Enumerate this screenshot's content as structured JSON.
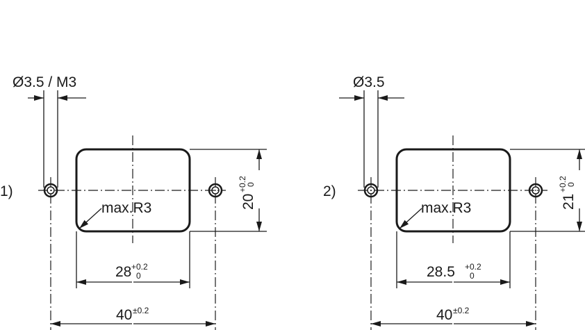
{
  "colors": {
    "ink": "#1a1a1a",
    "background": "#ffffff"
  },
  "drawings": [
    {
      "label": "1)",
      "hole_callout": "Ø3.5 / M3",
      "radius_callout": "max.R3",
      "height": {
        "value": "20",
        "tol_upper": "+0.2",
        "tol_lower": "0"
      },
      "width": {
        "value": "28",
        "tol_upper": "+0.2",
        "tol_lower": "0"
      },
      "spacing": {
        "value": "40",
        "tol": "±0.2"
      }
    },
    {
      "label": "2)",
      "hole_callout": "Ø3.5",
      "radius_callout": "max.R3",
      "height": {
        "value": "21",
        "tol_upper": "+0.2",
        "tol_lower": "0"
      },
      "width": {
        "value": "28.5",
        "tol_upper": "+0.2",
        "tol_lower": "0"
      },
      "spacing": {
        "value": "40",
        "tol": "±0.2"
      }
    }
  ]
}
